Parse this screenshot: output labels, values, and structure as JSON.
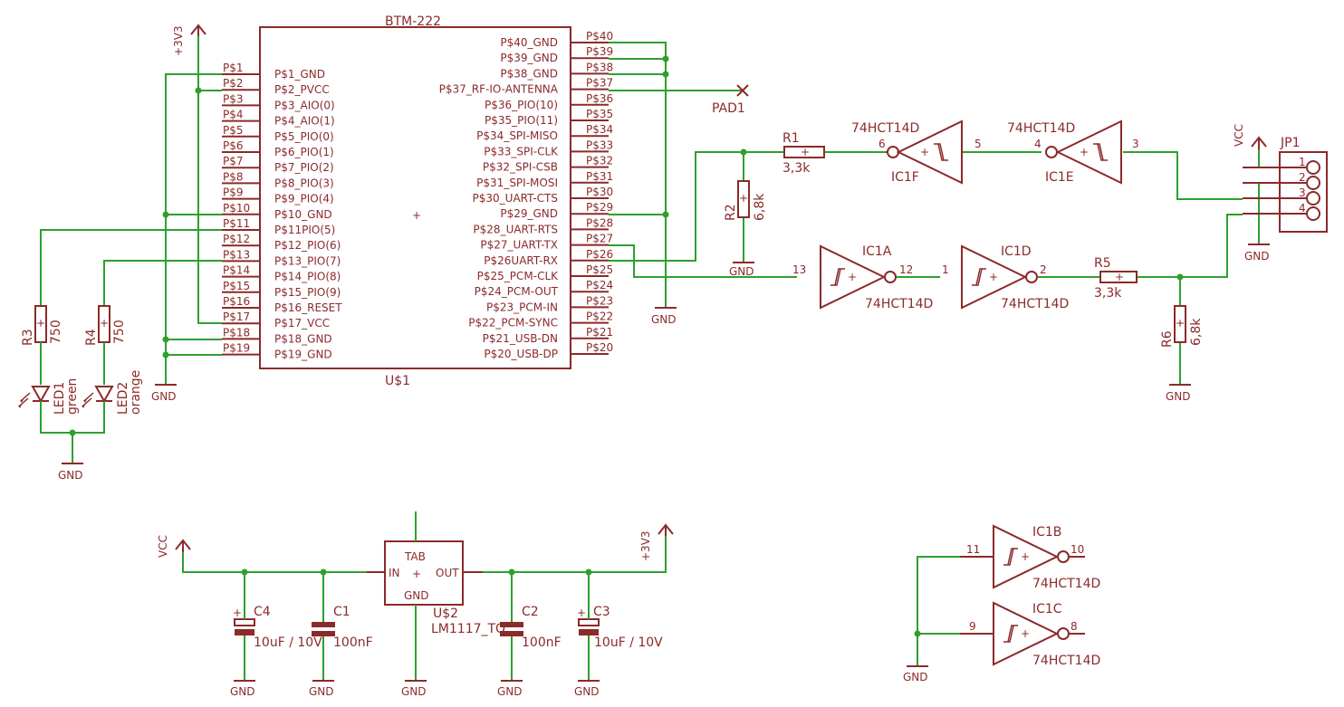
{
  "u1": {
    "title": "BTM-222",
    "ref": "U$1",
    "center_mark": "+",
    "left_pins": [
      {
        "net": "P$1",
        "name": "P$1_GND"
      },
      {
        "net": "P$2",
        "name": "P$2_PVCC"
      },
      {
        "net": "P$3",
        "name": "P$3_AIO(0)"
      },
      {
        "net": "P$4",
        "name": "P$4_AIO(1)"
      },
      {
        "net": "P$5",
        "name": "P$5_PIO(0)"
      },
      {
        "net": "P$6",
        "name": "P$6_PIO(1)"
      },
      {
        "net": "P$7",
        "name": "P$7_PIO(2)"
      },
      {
        "net": "P$8",
        "name": "P$8_PIO(3)"
      },
      {
        "net": "P$9",
        "name": "P$9_PIO(4)"
      },
      {
        "net": "P$10",
        "name": "P$10_GND"
      },
      {
        "net": "P$11",
        "name": "P$11PIO(5)"
      },
      {
        "net": "P$12",
        "name": "P$12_PIO(6)"
      },
      {
        "net": "P$13",
        "name": "P$13_PIO(7)"
      },
      {
        "net": "P$14",
        "name": "P$14_PIO(8)"
      },
      {
        "net": "P$15",
        "name": "P$15_PIO(9)"
      },
      {
        "net": "P$16",
        "name": "P$16_RESET"
      },
      {
        "net": "P$17",
        "name": "P$17_VCC"
      },
      {
        "net": "P$18",
        "name": "P$18_GND"
      },
      {
        "net": "P$19",
        "name": "P$19_GND"
      }
    ],
    "right_pins": [
      {
        "net": "P$40",
        "name": "P$40_GND"
      },
      {
        "net": "P$39",
        "name": "P$39_GND"
      },
      {
        "net": "P$38",
        "name": "P$38_GND"
      },
      {
        "net": "P$37",
        "name": "P$37_RF-IO-ANTENNA"
      },
      {
        "net": "P$36",
        "name": "P$36_PIO(10)"
      },
      {
        "net": "P$35",
        "name": "P$35_PIO(11)"
      },
      {
        "net": "P$34",
        "name": "P$34_SPI-MISO"
      },
      {
        "net": "P$33",
        "name": "P$33_SPI-CLK"
      },
      {
        "net": "P$32",
        "name": "P$32_SPI-CSB"
      },
      {
        "net": "P$31",
        "name": "P$31_SPI-MOSI"
      },
      {
        "net": "P$30",
        "name": "P$30_UART-CTS"
      },
      {
        "net": "P$29",
        "name": "P$29_GND"
      },
      {
        "net": "P$28",
        "name": "P$28_UART-RTS"
      },
      {
        "net": "P$27",
        "name": "P$27_UART-TX"
      },
      {
        "net": "P$26",
        "name": "P$26UART-RX"
      },
      {
        "net": "P$25",
        "name": "P$25_PCM-CLK"
      },
      {
        "net": "P$24",
        "name": "P$24_PCM-OUT"
      },
      {
        "net": "P$23",
        "name": "P$23_PCM-IN"
      },
      {
        "net": "P$22",
        "name": "P$22_PCM-SYNC"
      },
      {
        "net": "P$21",
        "name": "P$21_USB-DN"
      },
      {
        "net": "P$20",
        "name": "P$20_USB-DP"
      }
    ]
  },
  "power": {
    "v3v3": "+3V3",
    "vcc": "VCC",
    "gnd": "GND"
  },
  "pad": "PAD1",
  "resistors": {
    "r1": {
      "ref": "R1",
      "value": "3,3k"
    },
    "r2": {
      "ref": "R2",
      "value": "6,8k"
    },
    "r3": {
      "ref": "R3",
      "value": "750"
    },
    "r4": {
      "ref": "R4",
      "value": "750"
    },
    "r5": {
      "ref": "R5",
      "value": "3,3k"
    },
    "r6": {
      "ref": "R6",
      "value": "6,8k"
    }
  },
  "leds": {
    "led1": {
      "ref": "LED1",
      "color": "green"
    },
    "led2": {
      "ref": "LED2",
      "color": "orange"
    }
  },
  "ic_part": "74HCT14D",
  "gates": {
    "ic1f": {
      "ref": "IC1F",
      "in": "5",
      "out": "6"
    },
    "ic1e": {
      "ref": "IC1E",
      "in": "3",
      "out": "4"
    },
    "ic1a": {
      "ref": "IC1A",
      "in": "13",
      "out": "12"
    },
    "ic1d": {
      "ref": "IC1D",
      "in": "1",
      "out": "2"
    },
    "ic1b": {
      "ref": "IC1B",
      "in": "11",
      "out": "10"
    },
    "ic1c": {
      "ref": "IC1C",
      "in": "9",
      "out": "8"
    }
  },
  "jp1": {
    "ref": "JP1",
    "pins": [
      "1",
      "2",
      "3",
      "4"
    ]
  },
  "u2": {
    "ref": "U$2",
    "part": "LM1117_TO",
    "tab": "TAB",
    "in": "IN",
    "out": "OUT",
    "gnd": "GND",
    "mark": "+"
  },
  "caps": {
    "c4": {
      "ref": "C4",
      "value": "10uF / 10V"
    },
    "c1": {
      "ref": "C1",
      "value": "100nF"
    },
    "c2": {
      "ref": "C2",
      "value": "100nF"
    },
    "c3": {
      "ref": "C3",
      "value": "10uF / 10V"
    }
  },
  "colors": {
    "component": "#8b2a2a",
    "wire": "#2ea02e",
    "junction": "#2ea02e"
  }
}
